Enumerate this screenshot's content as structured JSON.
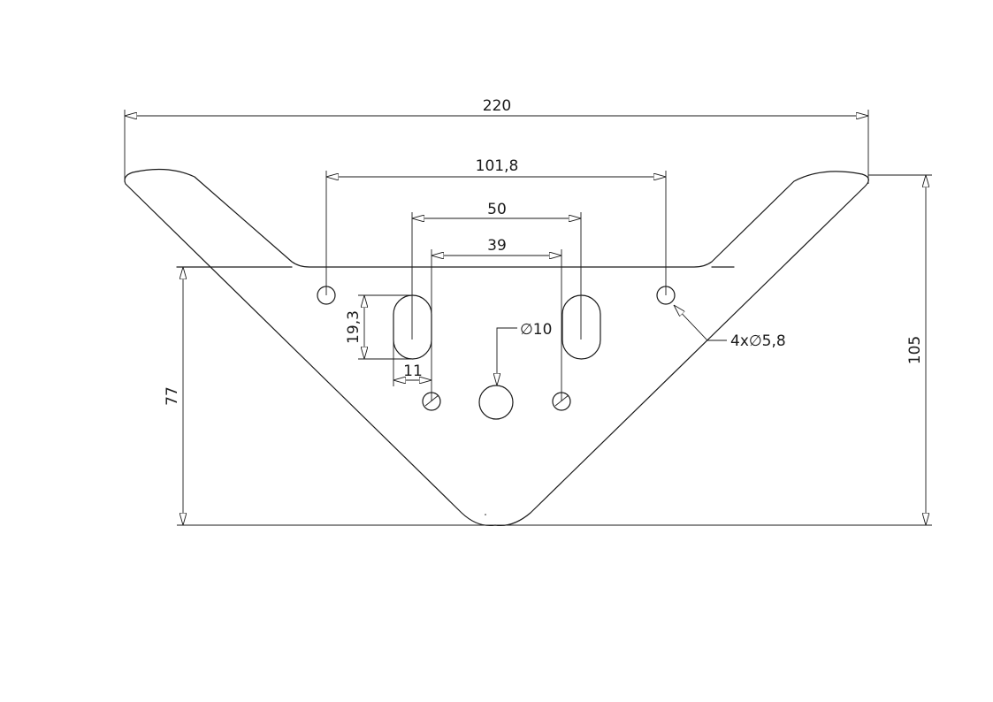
{
  "drawing": {
    "dimensions": {
      "overall_width": "220",
      "outer_hole_spacing": "101,8",
      "slot_spacing": "50",
      "small_hole_spacing": "39",
      "slot_length": "19,3",
      "slot_width": "11",
      "center_hole": "∅10",
      "mount_holes": "4x∅5,8",
      "overall_height": "105",
      "lower_height": "77"
    }
  }
}
